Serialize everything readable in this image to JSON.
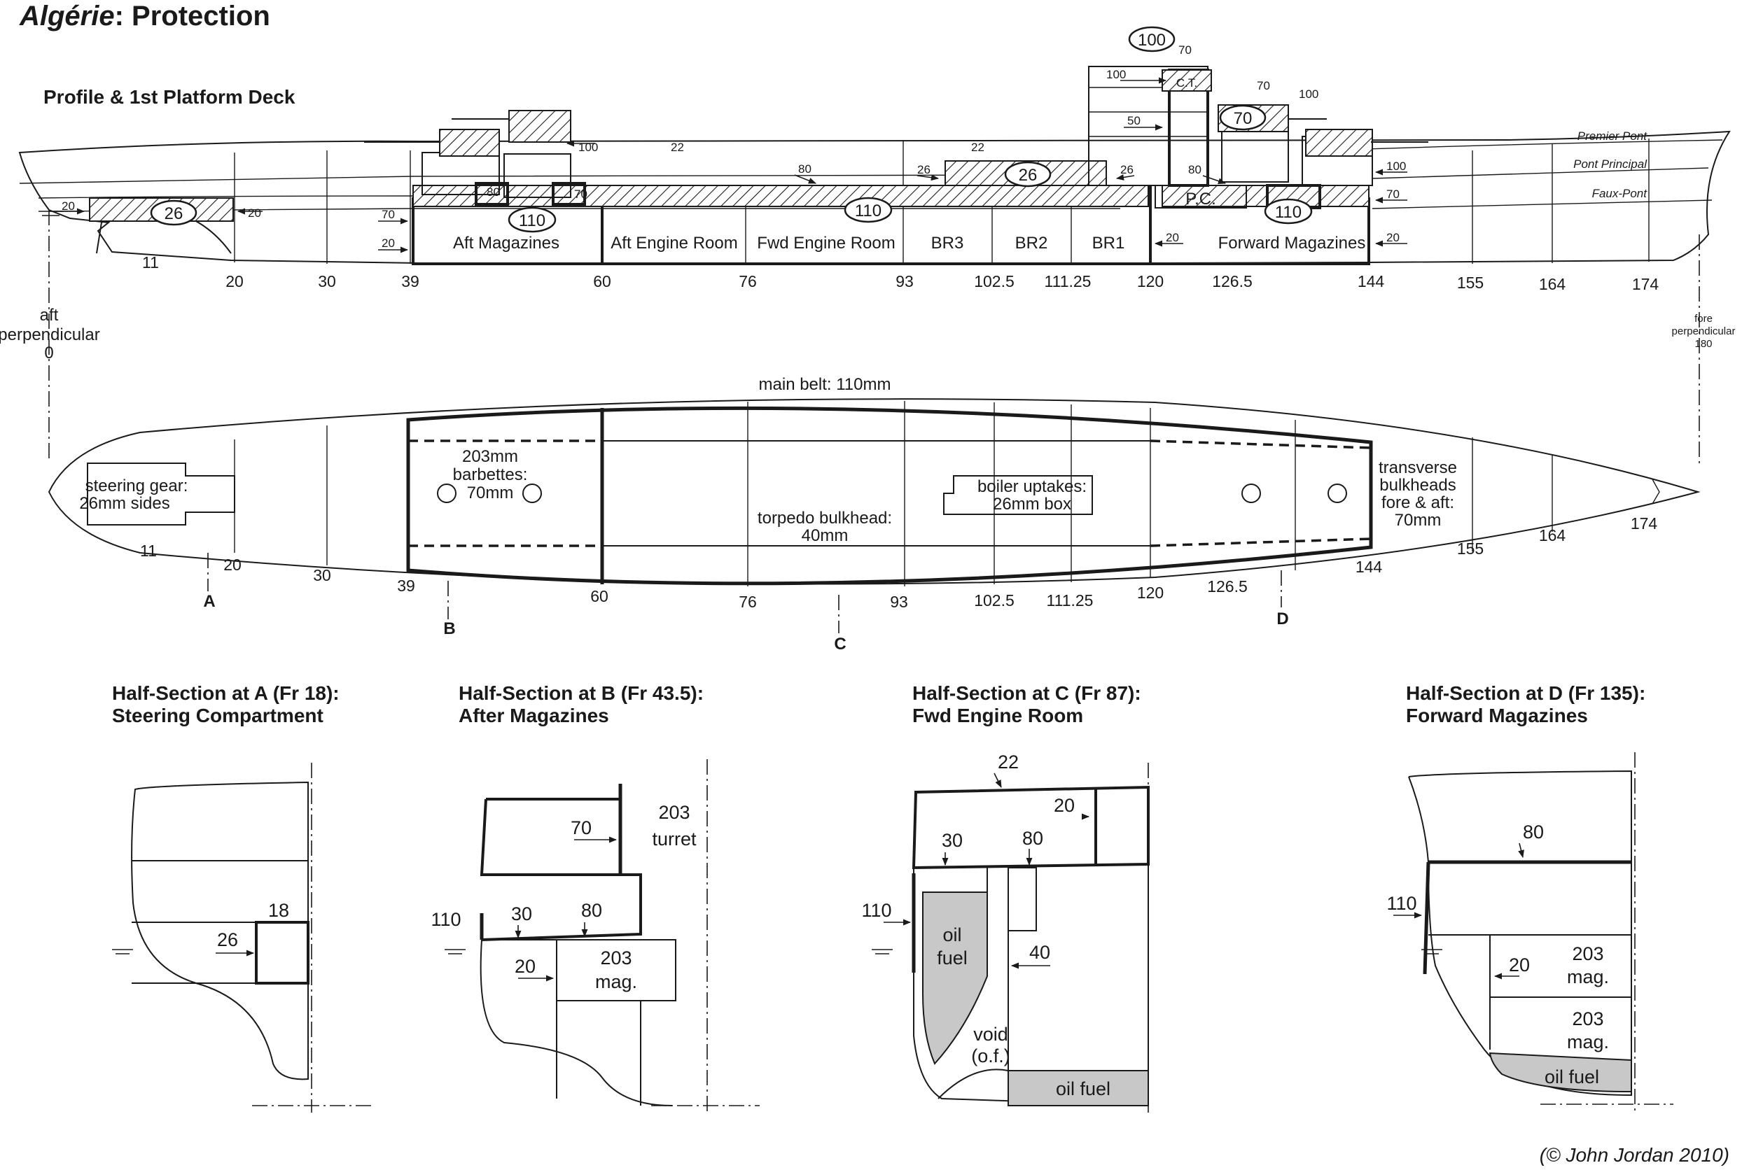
{
  "title": {
    "ship": "Algérie",
    "rest": ": Protection"
  },
  "profile": {
    "heading": "Profile & 1st Platform Deck",
    "deck_names": [
      "Premier Pont",
      "Pont Principal",
      "Faux-Pont"
    ],
    "compartments": [
      "Aft Magazines",
      "Aft Engine Room",
      "Fwd Engine Room",
      "BR3",
      "BR2",
      "BR1",
      "Forward Magazines"
    ],
    "pc_label": "P.C.",
    "ct_label": "C.T.",
    "frames": [
      "11",
      "20",
      "30",
      "39",
      "60",
      "76",
      "93",
      "102.5",
      "111.25",
      "120",
      "126.5",
      "144",
      "155",
      "164",
      "174"
    ],
    "aft_perp": [
      "aft",
      "perpendicular",
      "0"
    ],
    "fore_perp": [
      "fore",
      "perpendicular",
      "180"
    ],
    "ovals": [
      "26",
      "110",
      "110",
      "26",
      "110",
      "70",
      "100"
    ],
    "thickness_labels": [
      "20",
      "20",
      "70",
      "20",
      "80",
      "70",
      "100",
      "22",
      "80",
      "22",
      "26",
      "26",
      "100",
      "50",
      "70",
      "100",
      "70",
      "80",
      "100",
      "70",
      "20",
      "20"
    ]
  },
  "plan": {
    "main_belt": "main belt: 110mm",
    "steering": [
      "steering gear:",
      "26mm sides"
    ],
    "barbettes": [
      "203mm",
      "barbettes:",
      "70mm"
    ],
    "boiler": [
      "boiler  uptakes:",
      "26mm box"
    ],
    "torpedo": [
      "torpedo bulkhead:",
      "40mm"
    ],
    "transverse": [
      "transverse",
      "bulkheads",
      "fore & aft:",
      "70mm"
    ],
    "frames": [
      "11",
      "20",
      "30",
      "39",
      "60",
      "76",
      "93",
      "102.5",
      "111.25",
      "120",
      "126.5",
      "144",
      "155",
      "164",
      "174"
    ],
    "section_marks": [
      "A",
      "B",
      "C",
      "D"
    ]
  },
  "sections": [
    {
      "title": [
        "Half-Section at A (Fr 18):",
        "Steering Compartment"
      ],
      "labels": [
        "18",
        "26"
      ]
    },
    {
      "title": [
        "Half-Section at B (Fr 43.5):",
        "After Magazines"
      ],
      "labels": [
        "70",
        "203",
        "turret",
        "110",
        "30",
        "80",
        "20",
        "203",
        "mag."
      ]
    },
    {
      "title": [
        "Half-Section at C (Fr 87):",
        "Fwd Engine Room"
      ],
      "labels": [
        "22",
        "20",
        "30",
        "80",
        "110",
        "oil",
        "fuel",
        "40",
        "void",
        "(o.f.)",
        "oil fuel"
      ]
    },
    {
      "title": [
        "Half-Section at D (Fr 135):",
        "Forward Magazines"
      ],
      "labels": [
        "80",
        "110",
        "20",
        "203",
        "mag.",
        "203",
        "mag.",
        "oil fuel"
      ]
    }
  ],
  "copyright": "(© John Jordan 2010)"
}
